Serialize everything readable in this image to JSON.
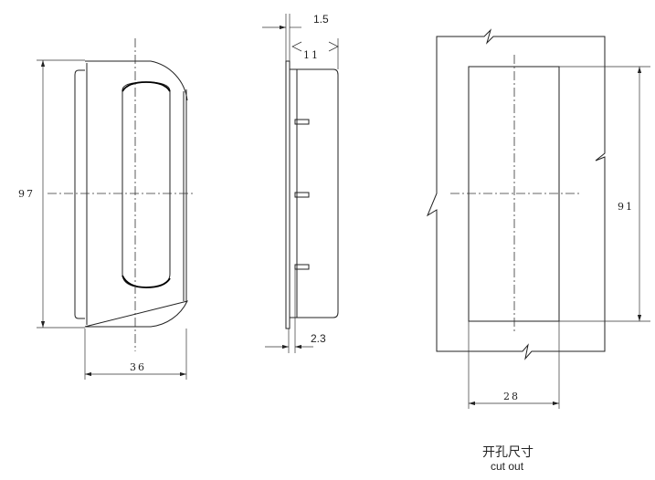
{
  "front_view": {
    "height_dim": "97",
    "width_dim": "36"
  },
  "side_view": {
    "flange_dim": "1.5",
    "depth_dim": "11",
    "gap_dim": "2.3"
  },
  "cutout_view": {
    "height_dim": "91",
    "width_dim": "28",
    "caption_cn": "开孔尺寸",
    "caption_en": "cut out"
  }
}
